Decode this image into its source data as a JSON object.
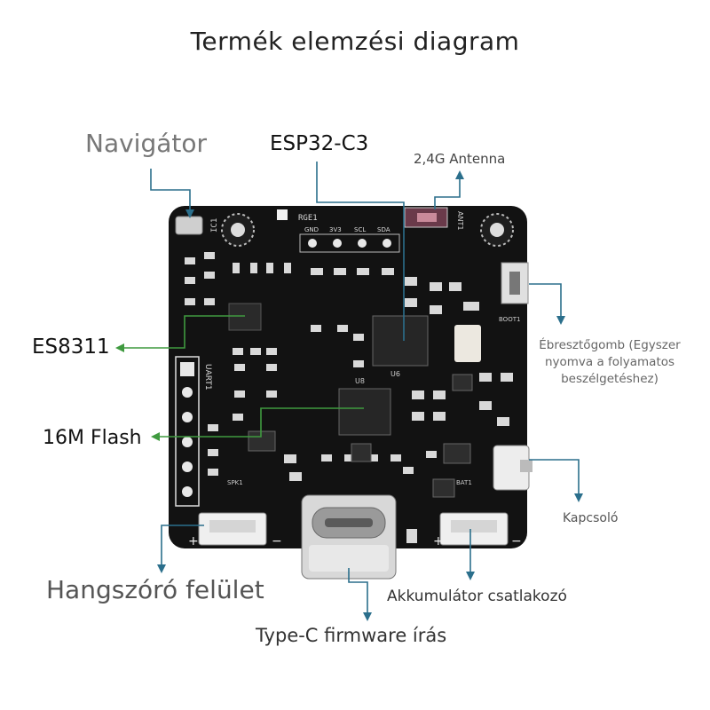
{
  "title": "Termék elemzési diagram",
  "labels": {
    "navigator": "Navigátor",
    "esp32": "ESP32-C3",
    "antenna": "2,4G Antenna",
    "es8311": "ES8311",
    "wake_line1": "Ébresztőgomb (Egyszer",
    "wake_line2": "nyomva a folyamatos",
    "wake_line3": "beszélgetéshez)",
    "flash": "16M Flash",
    "switch": "Kapcsoló",
    "speaker": "Hangszóró felület",
    "battery": "Akkumulátor csatlakozó",
    "typec": "Type-C firmware írás"
  },
  "silkscreen": {
    "rge": "RGE1",
    "gnd": "GND",
    "v33": "3V3",
    "scl": "SCL",
    "sda": "SDA",
    "ic1": "IC1",
    "uart": "UART1",
    "u8": "U8",
    "u6": "U6",
    "ant": "ANT1",
    "boot": "BOOT1",
    "spk": "SPK1",
    "bat": "BAT1",
    "plus": "+",
    "minus": "−"
  },
  "colors": {
    "board": "#121212",
    "pad": "#e8e8e8",
    "leader_blue": "#2b6f8c",
    "leader_green": "#3f9a3f",
    "label_dark": "#1a1a1a",
    "label_gray": "#555555"
  }
}
